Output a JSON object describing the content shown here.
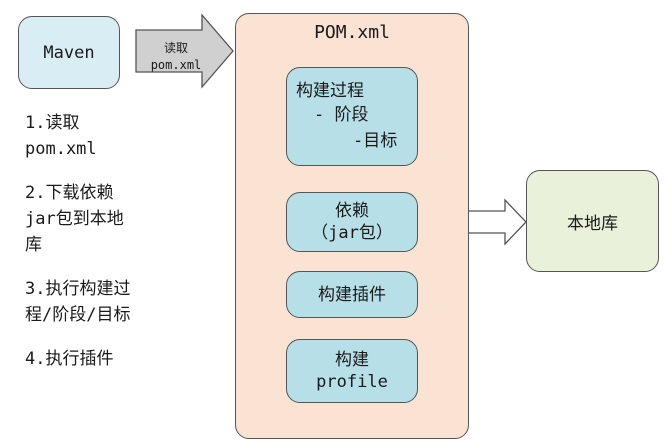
{
  "maven": {
    "label": "Maven"
  },
  "read_arrow": {
    "line1": "读取",
    "line2": "pom.xml"
  },
  "pom": {
    "title": "POM.xml"
  },
  "inner": {
    "lifecycle": {
      "line1": "构建过程",
      "line2": "- 阶段",
      "line3": "-目标"
    },
    "dependencies": {
      "line1": "依赖",
      "line2": "（jar包）"
    },
    "plugins": {
      "label": "构建插件"
    },
    "profile": {
      "line1": "构建",
      "line2": "profile"
    }
  },
  "local_repo": {
    "label": "本地库"
  },
  "steps": [
    {
      "line1": "1.读取",
      "line2": "pom.xml"
    },
    {
      "line1": "2.下载依赖",
      "line2": "jar包到本地",
      "line3": "库"
    },
    {
      "line1": "3.执行构建过",
      "line2": "程/阶段/目标"
    },
    {
      "line1": "4.执行插件"
    }
  ],
  "colors": {
    "maven_fill": "#d9eef4",
    "pom_fill": "#fbe3d4",
    "inner_fill": "#b7dfe8",
    "local_fill": "#eaf1da",
    "arrow_fill": "#cfcfcf"
  }
}
